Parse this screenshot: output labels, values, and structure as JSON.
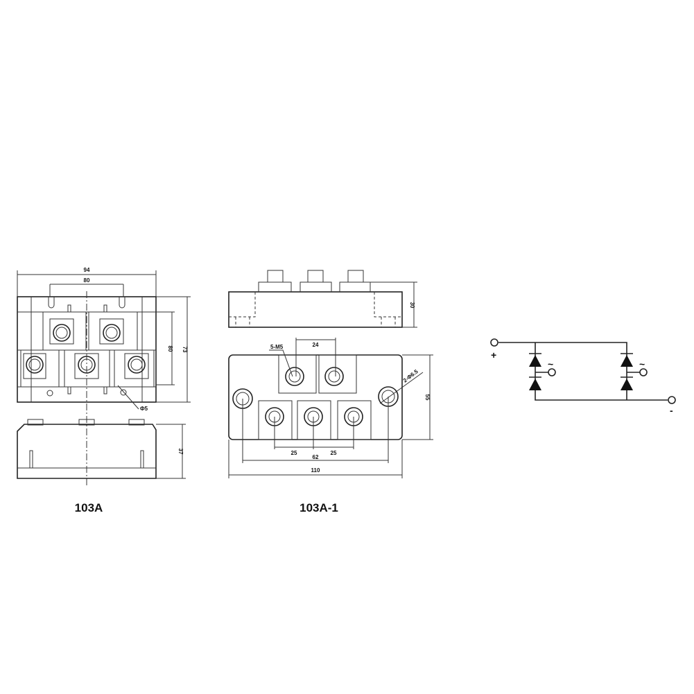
{
  "drawings": [
    {
      "label": "103A",
      "dimensions": {
        "overall_length": "94",
        "hole_spacing": "80",
        "inner_width": "80",
        "overall_width": "73",
        "hole_diameter": "Φ5",
        "height": "37"
      }
    },
    {
      "label": "103A-1",
      "dimensions": {
        "height": "30",
        "terminal_spacing": "24",
        "screw": "5-M5",
        "mount_hole": "2-Φ6.5",
        "width": "55",
        "pitch_left": "25",
        "hole_spacing": "62",
        "pitch_right": "25",
        "overall_length": "110"
      }
    }
  ],
  "schematic": {
    "plus": "+",
    "minus": "-",
    "ac1": "~",
    "ac2": "~"
  }
}
